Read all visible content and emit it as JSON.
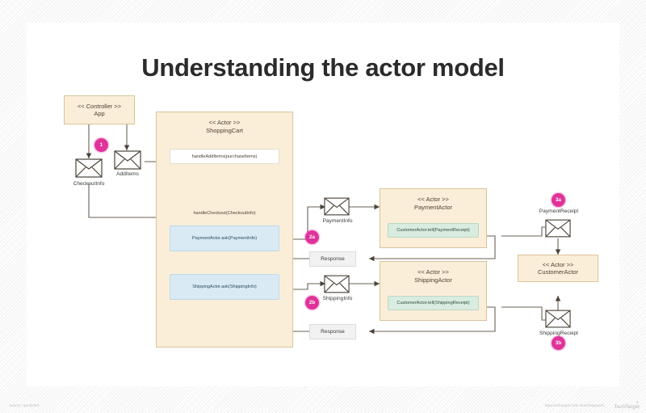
{
  "page": {
    "title": "Understanding the actor model"
  },
  "diagram": {
    "type": "actor-model-sequence",
    "controller": {
      "stereotype": "<< Controller >>",
      "name": "App"
    },
    "actors": [
      {
        "id": "shopping-cart",
        "stereotype": "<< Actor >>",
        "name": "ShoppingCart",
        "methods": [
          {
            "id": "handle-add-items",
            "label": "handleAddItems(purchaseItems)",
            "style": "white"
          },
          {
            "id": "handle-checkout",
            "label": "handleCheckout(CheckoutInfo)",
            "style": "white"
          },
          {
            "id": "payment-ask",
            "label": "PaymentActor.ask(PaymentInfo)",
            "style": "blue"
          },
          {
            "id": "shipping-ask",
            "label": "ShippingActor.ask(ShippingInfo)",
            "style": "blue"
          }
        ]
      },
      {
        "id": "payment-actor",
        "stereotype": "<< Actor >>",
        "name": "PaymentActor",
        "methods": [
          {
            "id": "payment-tell",
            "label": "CustomerActor.tell(PaymentReceipt)",
            "style": "green"
          }
        ]
      },
      {
        "id": "shipping-actor",
        "stereotype": "<< Actor >>",
        "name": "ShippingActor",
        "methods": [
          {
            "id": "shipping-tell",
            "label": "CustomerActor.tell(ShippingReceipt)",
            "style": "green"
          }
        ]
      },
      {
        "id": "customer-actor",
        "stereotype": "<< Actor >>",
        "name": "CustomerActor",
        "methods": []
      }
    ],
    "messages": [
      {
        "id": "add-items",
        "label": "AddItems"
      },
      {
        "id": "checkout-info",
        "label": "CheckoutInfo"
      },
      {
        "id": "payment-info",
        "label": "PaymentInfo"
      },
      {
        "id": "shipping-info",
        "label": "ShippingInfo"
      },
      {
        "id": "payment-receipt",
        "label": "PaymentReceipt"
      },
      {
        "id": "shipping-receipt",
        "label": "ShippingReceipt"
      }
    ],
    "responses": [
      {
        "id": "response-payment",
        "label": "Response"
      },
      {
        "id": "response-shipping",
        "label": "Response"
      }
    ],
    "step_badges": [
      {
        "id": "step-1",
        "label": "1"
      },
      {
        "id": "step-2a",
        "label": "2a"
      },
      {
        "id": "step-2b",
        "label": "2b"
      },
      {
        "id": "step-3a",
        "label": "3a"
      },
      {
        "id": "step-3b",
        "label": "3b"
      }
    ],
    "colors": {
      "actor_fill": "#fbeed8",
      "actor_border": "#d9c39b",
      "method_blue": "#d9eaf5",
      "method_green": "#d9ece0",
      "badge_pink": "#e0339a",
      "wire": "#5a5244"
    }
  },
  "footer": {
    "credit_left": "source: quickstart",
    "credit_right": "www.techtarget.com  searchappacrh",
    "logo": "TechTarget"
  }
}
